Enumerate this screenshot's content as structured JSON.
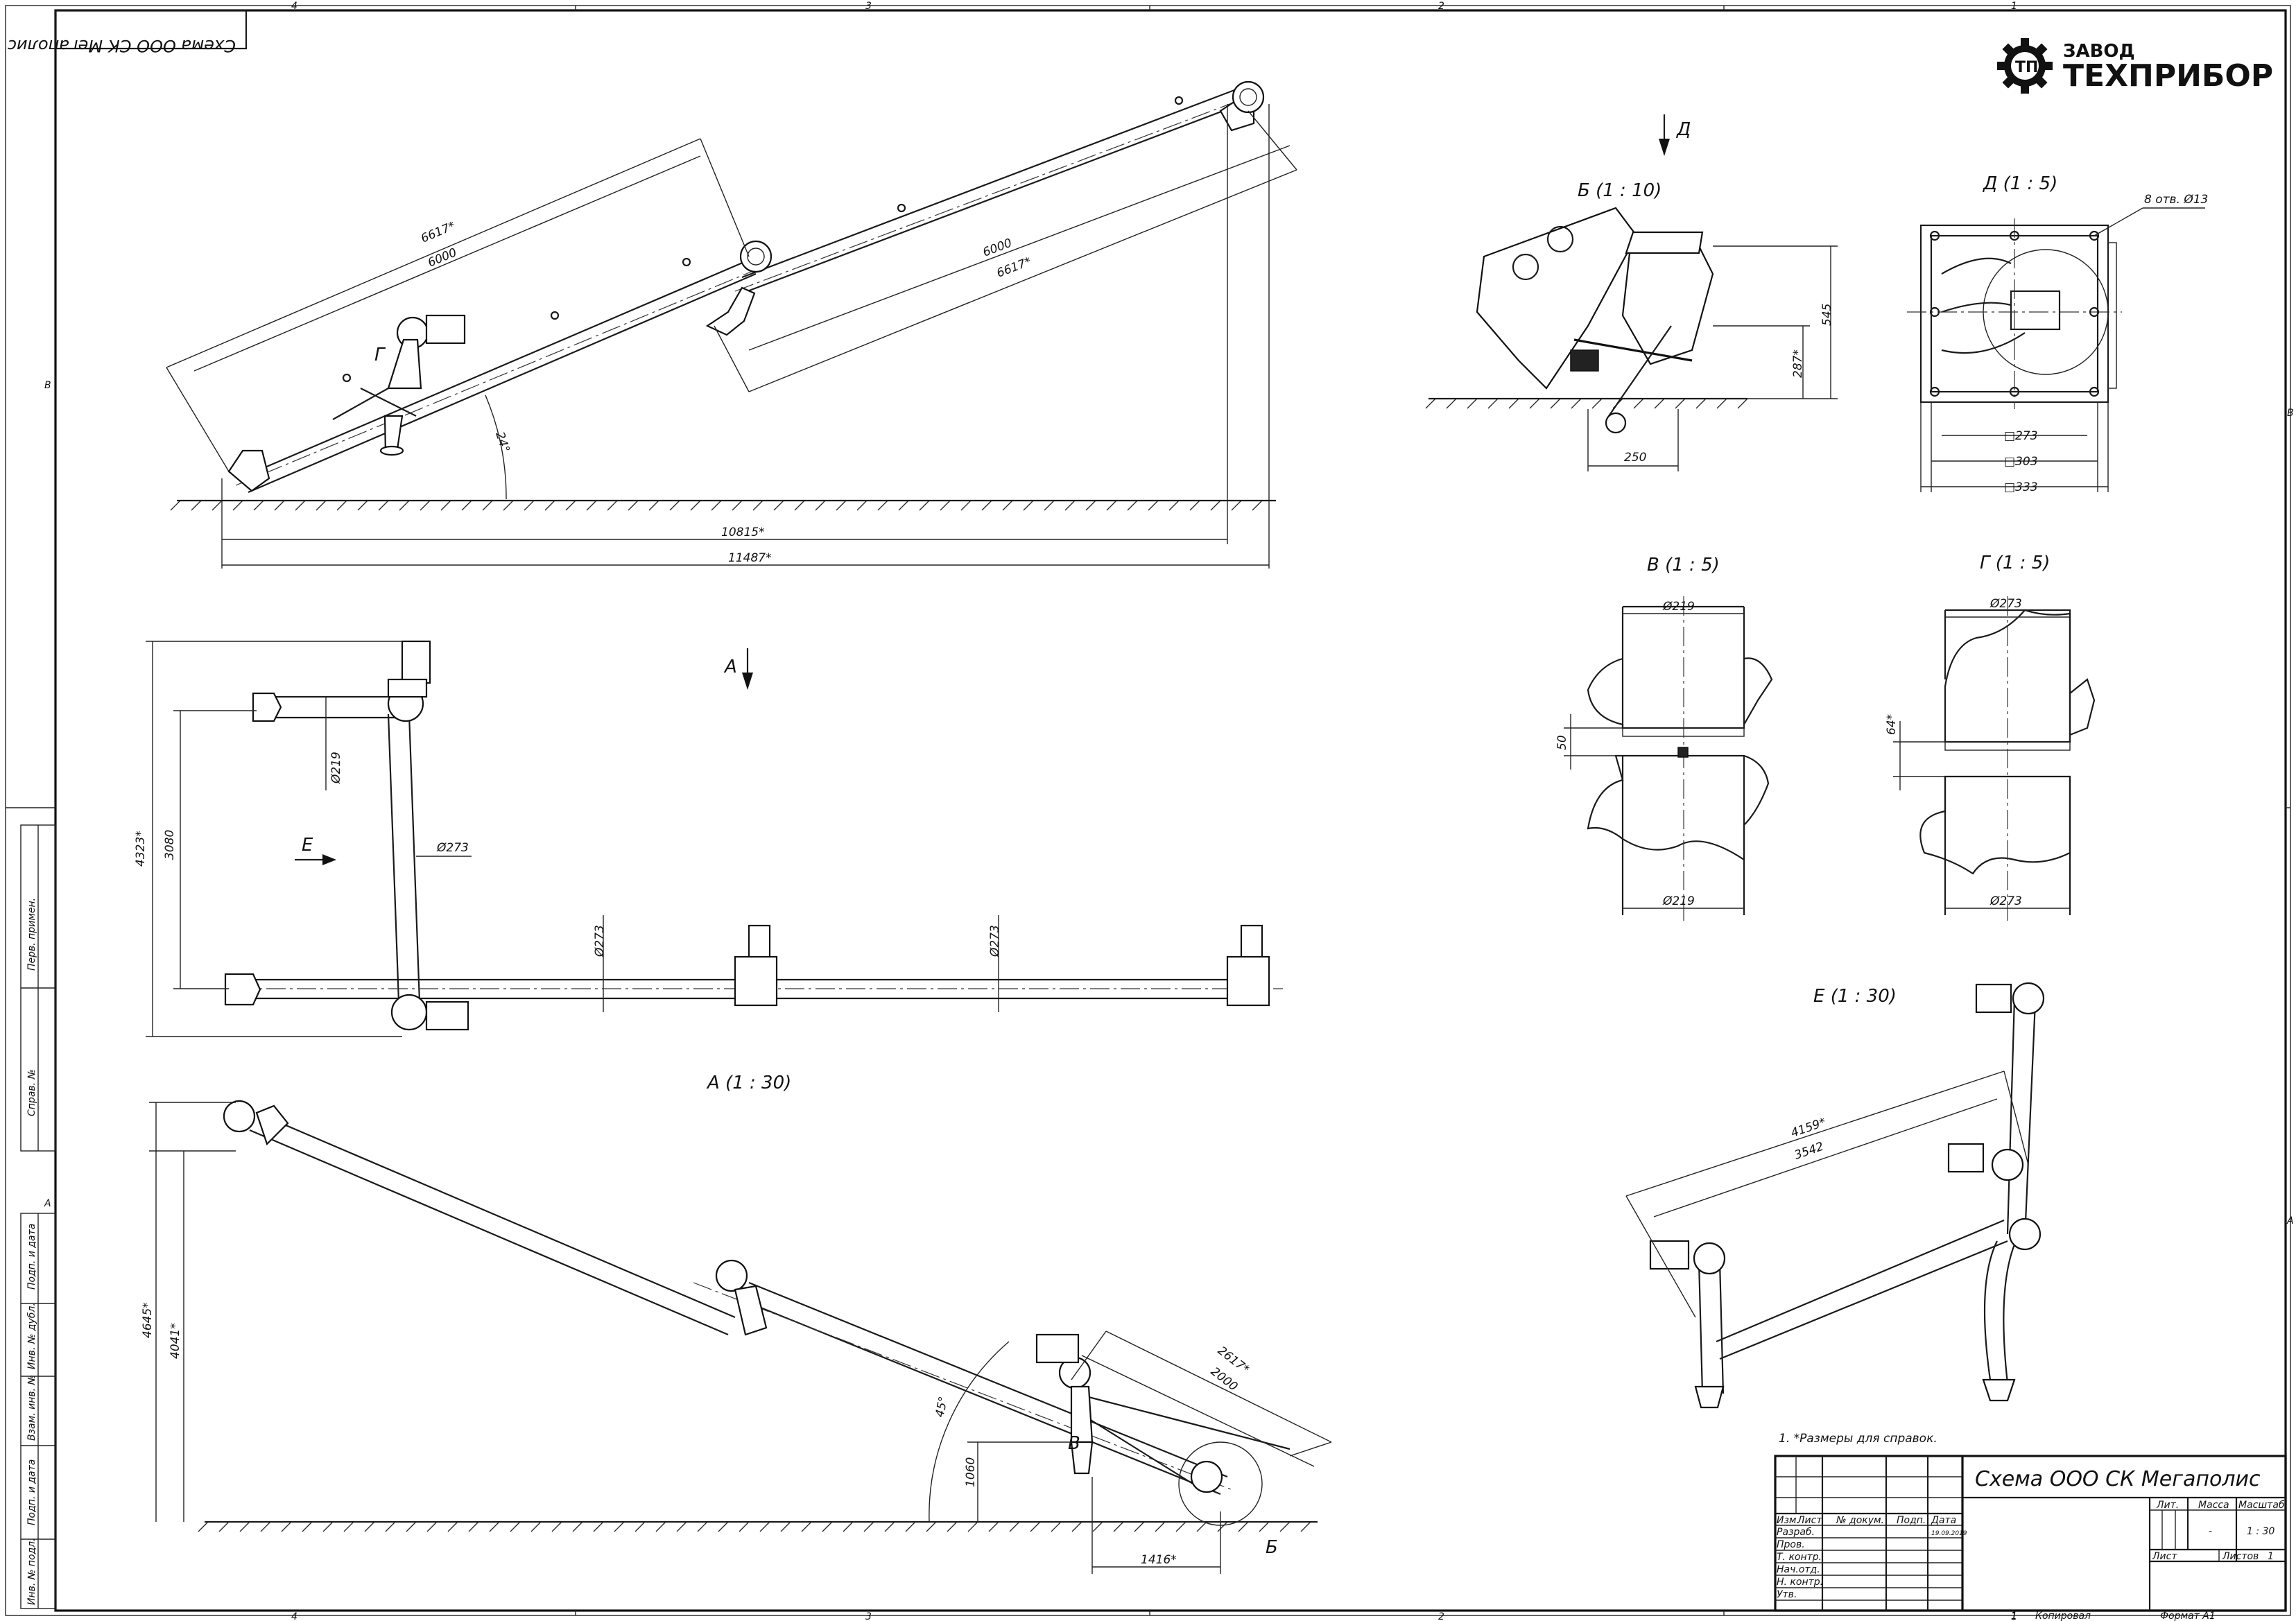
{
  "stamp_top": "Схема ООО СК Мегаполис",
  "logo": {
    "line1": "ЗАВОД",
    "line2": "ТЕХПРИБОР",
    "icon": "gear-tp-logo-icon"
  },
  "zones": {
    "cols": [
      "4",
      "3",
      "2",
      "1"
    ],
    "rows": [
      "В",
      "А"
    ]
  },
  "views": {
    "b": "Б (1 : 10)",
    "d": "Д (1 : 5)",
    "v": "В (1 : 5)",
    "g": "Г (1 : 5)",
    "e": "Е (1 : 30)",
    "a": "А (1 : 30)"
  },
  "markers": {
    "d_arrow": "Д",
    "a_arrow": "А",
    "e_arrow": "Е",
    "g_ref": "Г",
    "v_ref": "В",
    "b_ref": "Б"
  },
  "dims_main": {
    "d6617a": "6617*",
    "d6000a": "6000",
    "d6000b": "6000",
    "d6617b": "6617*",
    "angle24": "24°",
    "d10815": "10815*",
    "d11487": "11487*"
  },
  "dims_plan": {
    "d4323": "4323*",
    "d3080": "3080",
    "d219": "Ø219",
    "d273a": "Ø273",
    "d273b": "Ø273",
    "d273c": "Ø273"
  },
  "dims_a": {
    "d4645": "4645*",
    "d4041": "4041*",
    "angle45": "45°",
    "d1060": "1060",
    "d2617": "2617*",
    "d2000": "2000",
    "d1416": "1416*"
  },
  "dims_b": {
    "d545": "545",
    "d287": "287*",
    "d250": "250"
  },
  "dims_d": {
    "holes": "8 отв. Ø13",
    "s273": "□273",
    "s303": "□303",
    "s333": "□333"
  },
  "dims_v": {
    "top": "Ø219",
    "gap": "50",
    "bottom": "Ø219"
  },
  "dims_g": {
    "top": "Ø273",
    "gap": "64*",
    "bottom": "Ø273"
  },
  "dims_e": {
    "d4159": "4159*",
    "d3542": "3542"
  },
  "note": "1.    *Размеры для справок.",
  "title_block": {
    "title": "Схема ООО СК Мегаполис",
    "head": [
      "Изм.",
      "Лист",
      "№ докум.",
      "Подп.",
      "Дата"
    ],
    "date": "19.09.2019",
    "roles": [
      "Разраб.",
      "Пров.",
      "Т. контр.",
      "Нач.отд.",
      "Н. контр.",
      "Утв."
    ],
    "lit": "Лит.",
    "mass": "Масса",
    "scale": "Масштаб",
    "mass_val": "-",
    "scale_val": "1 : 30",
    "sheet": "Лист",
    "sheets": "Листов",
    "sheets_val": "1"
  },
  "bottom": {
    "copied": "Копировал",
    "copied_num": "1",
    "format": "Формат А1"
  },
  "left_strip": [
    "Перв. примен.",
    "Справ. №",
    "Подп. и дата",
    "Инв. № дубл.",
    "Взам. инв. №",
    "Подп. и дата",
    "Инв. № подл."
  ]
}
